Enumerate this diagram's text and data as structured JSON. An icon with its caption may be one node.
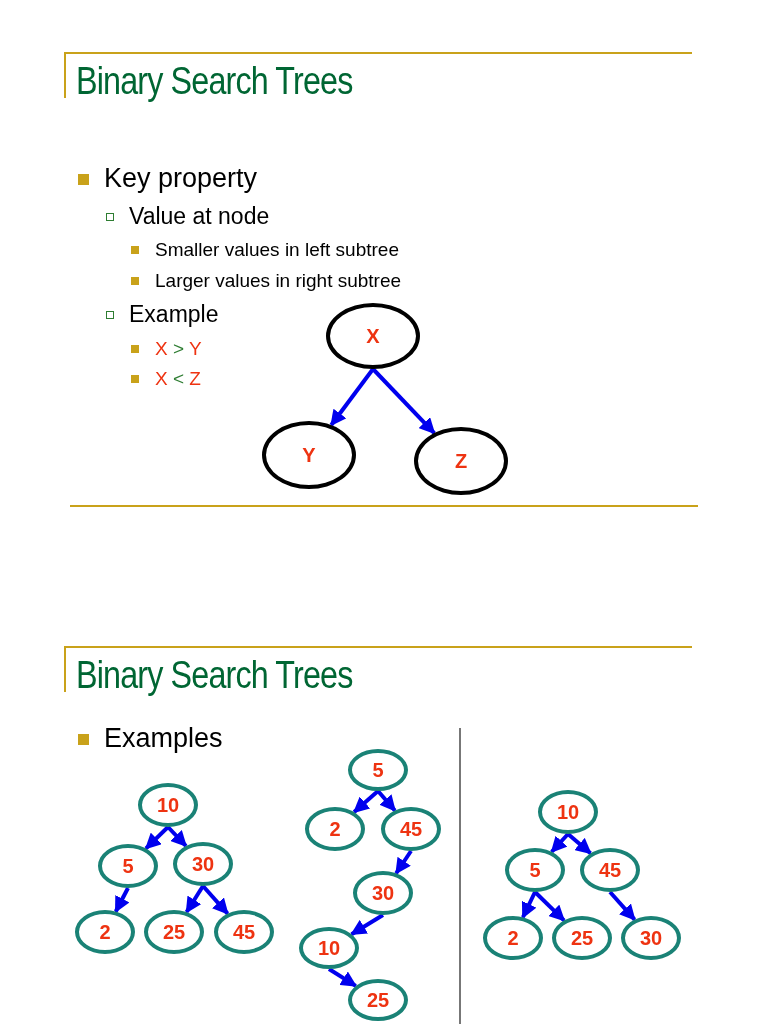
{
  "diagram": {
    "nodes": [
      {
        "text": [
          "X"
        ]
      },
      {
        "text": [
          "Y"
        ]
      },
      {
        "text": [
          "Z"
        ]
      },
      {
        "text": [
          "10"
        ]
      },
      {
        "text": [
          "5"
        ]
      },
      {
        "text": [
          "30"
        ]
      },
      {
        "text": [
          "2"
        ]
      },
      {
        "text": [
          "25"
        ]
      },
      {
        "text": [
          "45"
        ]
      },
      {
        "text": [
          "5"
        ]
      },
      {
        "text": [
          "2"
        ]
      },
      {
        "text": [
          "45"
        ]
      },
      {
        "text": [
          "30"
        ]
      },
      {
        "text": [
          "10"
        ]
      },
      {
        "text": [
          "25"
        ]
      },
      {
        "text": [
          "10"
        ]
      },
      {
        "text": [
          "5"
        ]
      },
      {
        "text": [
          "45"
        ]
      },
      {
        "text": [
          "2"
        ]
      },
      {
        "text": [
          "25"
        ]
      },
      {
        "text": [
          "30"
        ]
      }
    ],
    "edges": [
      {
        "from": 0,
        "to": 1,
        "arrow": "to"
      },
      {
        "from": 0,
        "to": 2,
        "arrow": "to"
      },
      {
        "from": 3,
        "to": 4,
        "arrow": "to"
      },
      {
        "from": 3,
        "to": 5,
        "arrow": "to"
      },
      {
        "from": 4,
        "to": 6,
        "arrow": "to"
      },
      {
        "from": 5,
        "to": 7,
        "arrow": "to"
      },
      {
        "from": 5,
        "to": 8,
        "arrow": "to"
      },
      {
        "from": 9,
        "to": 10,
        "arrow": "to"
      },
      {
        "from": 9,
        "to": 11,
        "arrow": "to"
      },
      {
        "from": 11,
        "to": 12,
        "arrow": "to"
      },
      {
        "from": 12,
        "to": 13,
        "arrow": "to"
      },
      {
        "from": 13,
        "to": 14,
        "arrow": "to"
      },
      {
        "from": 15,
        "to": 16,
        "arrow": "to"
      },
      {
        "from": 15,
        "to": 17,
        "arrow": "to"
      },
      {
        "from": 16,
        "to": 18,
        "arrow": "to"
      },
      {
        "from": 16,
        "to": 19,
        "arrow": "to"
      },
      {
        "from": 17,
        "to": 20,
        "arrow": "to"
      }
    ],
    "labels": [
      "Binary Search Trees",
      "Key property",
      "Value at node",
      "Smaller values in left subtree",
      "Larger values in right subtree",
      "Example",
      "X > Y",
      "X < Z",
      "Binary Search Trees",
      "Examples"
    ]
  }
}
